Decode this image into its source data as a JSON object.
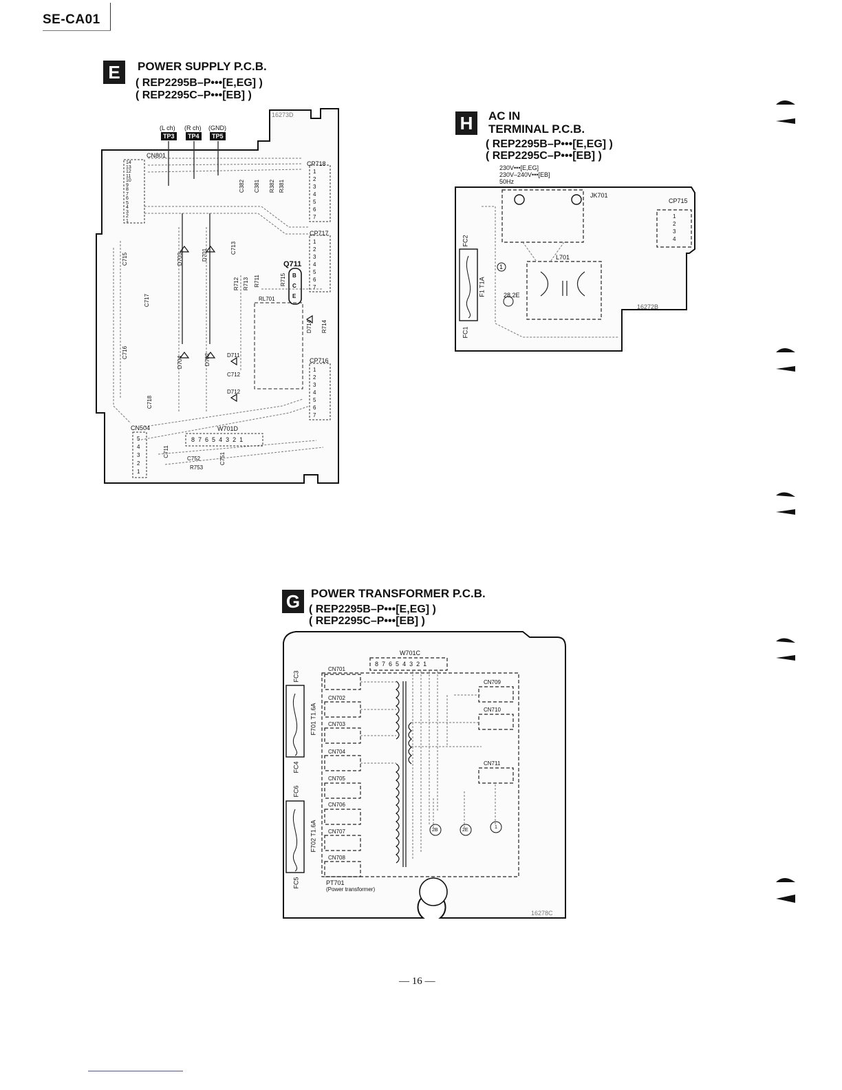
{
  "header": {
    "model": "SE-CA01"
  },
  "boards": {
    "E": {
      "badge": "E",
      "title": "POWER SUPPLY P.C.B.",
      "part_eeg": "REP2295B–P•••[E,EG]",
      "part_eb": "REP2295C–P•••[EB]",
      "board_code": "16273D",
      "test_points": [
        {
          "id": "TP3",
          "label": "(L ch)"
        },
        {
          "id": "TP4",
          "label": "(R ch)"
        },
        {
          "id": "TP5",
          "label": "(GND)"
        }
      ],
      "connectors": [
        "CN801",
        "CP718",
        "CP717",
        "CP716",
        "CN504",
        "W701D"
      ],
      "cn801_pins": [
        "14",
        "13",
        "12",
        "11",
        "10",
        "9",
        "8",
        "7",
        "6",
        "5",
        "4",
        "3",
        "2",
        "1"
      ],
      "cp_pins": [
        "1",
        "2",
        "3",
        "4",
        "5",
        "6",
        "7"
      ],
      "cn504_pins": [
        "5",
        "4",
        "3",
        "2",
        "1"
      ],
      "w701d_pins": [
        "8",
        "7",
        "6",
        "5",
        "4",
        "3",
        "2",
        "1"
      ],
      "components": [
        "C715",
        "C717",
        "C716",
        "C718",
        "D703",
        "D701",
        "D704",
        "D702",
        "C713",
        "C382",
        "C381",
        "R382",
        "R381",
        "Q711",
        "R712",
        "R713",
        "R711",
        "R715",
        "RL701",
        "D714",
        "R714",
        "D711",
        "C712",
        "D712",
        "C711",
        "C752",
        "R753",
        "C751"
      ],
      "q711_pins": [
        "B",
        "C",
        "E"
      ]
    },
    "H": {
      "badge": "H",
      "title_line1": "AC IN",
      "title_line2": "TERMINAL P.C.B.",
      "part_eeg": "REP2295B–P•••[E,EG]",
      "part_eb": "REP2295C–P•••[EB]",
      "voltage_1": "230V•••[E,EG]",
      "voltage_2": "230V–240V•••[EB]",
      "frequency": "50Hz",
      "board_code": "16272B",
      "components": [
        "JK701",
        "CP715",
        "FC2",
        "FC1",
        "F1 T1A",
        "L701"
      ],
      "markers": [
        "1",
        "28,2E"
      ],
      "cp715_pins": [
        "1",
        "2",
        "3",
        "4"
      ]
    },
    "G": {
      "badge": "G",
      "title": "POWER TRANSFORMER P.C.B.",
      "part_eeg": "REP2295B–P•••[E,EG]",
      "part_eb": "REP2295C–P•••[EB]",
      "board_code": "16278C",
      "connectors": [
        "W701C",
        "CN701",
        "CN702",
        "CN703",
        "CN704",
        "CN705",
        "CN706",
        "CN707",
        "CN708",
        "CN709",
        "CN710",
        "CN711"
      ],
      "w701c_pins": [
        "8",
        "7",
        "6",
        "5",
        "4",
        "3",
        "2",
        "1"
      ],
      "fuses": [
        "FC3",
        "F701 T1.6A",
        "FC4",
        "FC6",
        "F702 T1.6A",
        "FC5"
      ],
      "transformer": "PT701",
      "transformer_note": "(Power transformer)",
      "markers": [
        "2B",
        "2E",
        "1"
      ]
    }
  },
  "footer": {
    "page": "— 16 —"
  }
}
